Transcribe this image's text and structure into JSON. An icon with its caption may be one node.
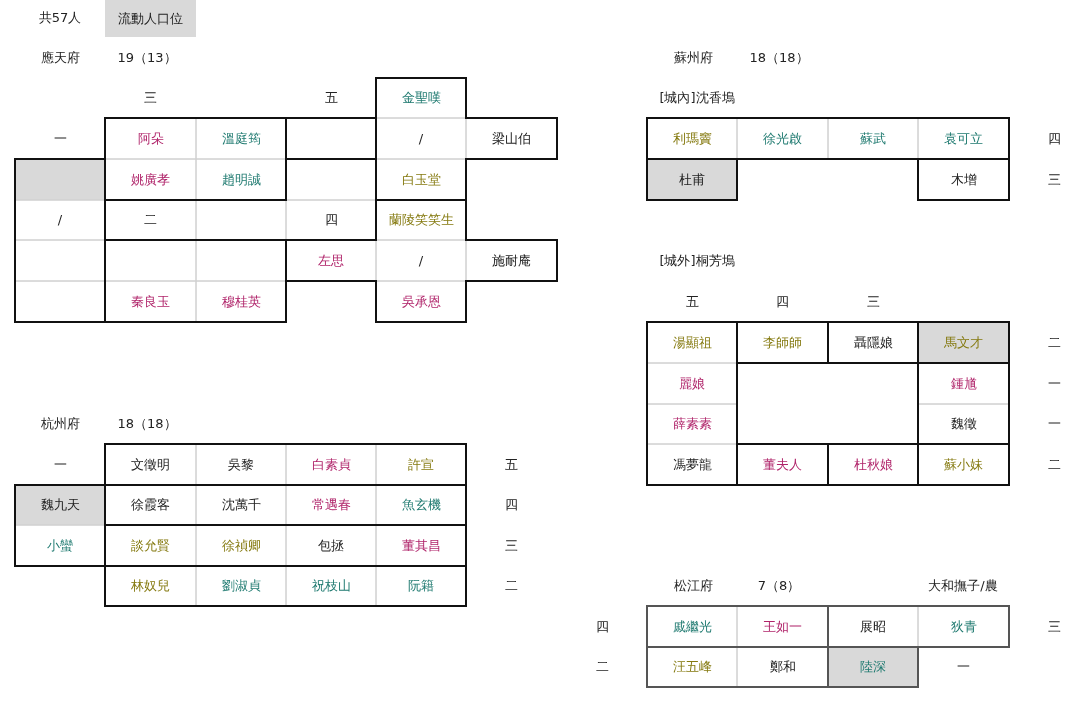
{
  "diagram": {
    "labels": [
      "共57人",
      "應天府",
      "19（13）",
      "三",
      "五",
      "金聖嘆",
      "一",
      "阿朵",
      "溫庭筠",
      "/",
      "梁山伯",
      "姚廣孝",
      "趙明誠",
      "白玉堂",
      "/",
      "二",
      "四",
      "蘭陵笑笑生",
      "左思",
      "/",
      "施耐庵",
      "秦良玉",
      "穆桂英",
      "吳承恩",
      "蘇州府",
      "18（18）",
      "[城內]沈香塢",
      "利瑪竇",
      "徐光啟",
      "蘇武",
      "袁可立",
      "四",
      "杜甫",
      "木增",
      "三",
      "[城外]桐芳塢",
      "五",
      "四",
      "三",
      "湯顯祖",
      "李師師",
      "聶隱娘",
      "馬文才",
      "二",
      "麗娘",
      "鍾馗",
      "一",
      "薛素素",
      "魏徵",
      "一",
      "馮夢龍",
      "董夫人",
      "杜秋娘",
      "蘇小妹",
      "二",
      "杭州府",
      "18（18）",
      "一",
      "文徵明",
      "吳黎",
      "白素貞",
      "許宣",
      "五",
      "魏九天",
      "徐霞客",
      "沈萬千",
      "常遇春",
      "魚玄機",
      "四",
      "小蠻",
      "談允賢",
      "徐禎卿",
      "包拯",
      "董其昌",
      "三",
      "林奴兒",
      "劉淑貞",
      "祝枝山",
      "阮籍",
      "二",
      "松江府",
      "7（8）",
      "大和撫子/農",
      "四",
      "戚繼光",
      "王如一",
      "展昭",
      "狄青",
      "三",
      "二",
      "汪五峰",
      "鄭和",
      "陸深",
      "一"
    ],
    "legend": [
      {
        "text": "流動人口位",
        "color": "#d9d9d9"
      }
    ]
  }
}
